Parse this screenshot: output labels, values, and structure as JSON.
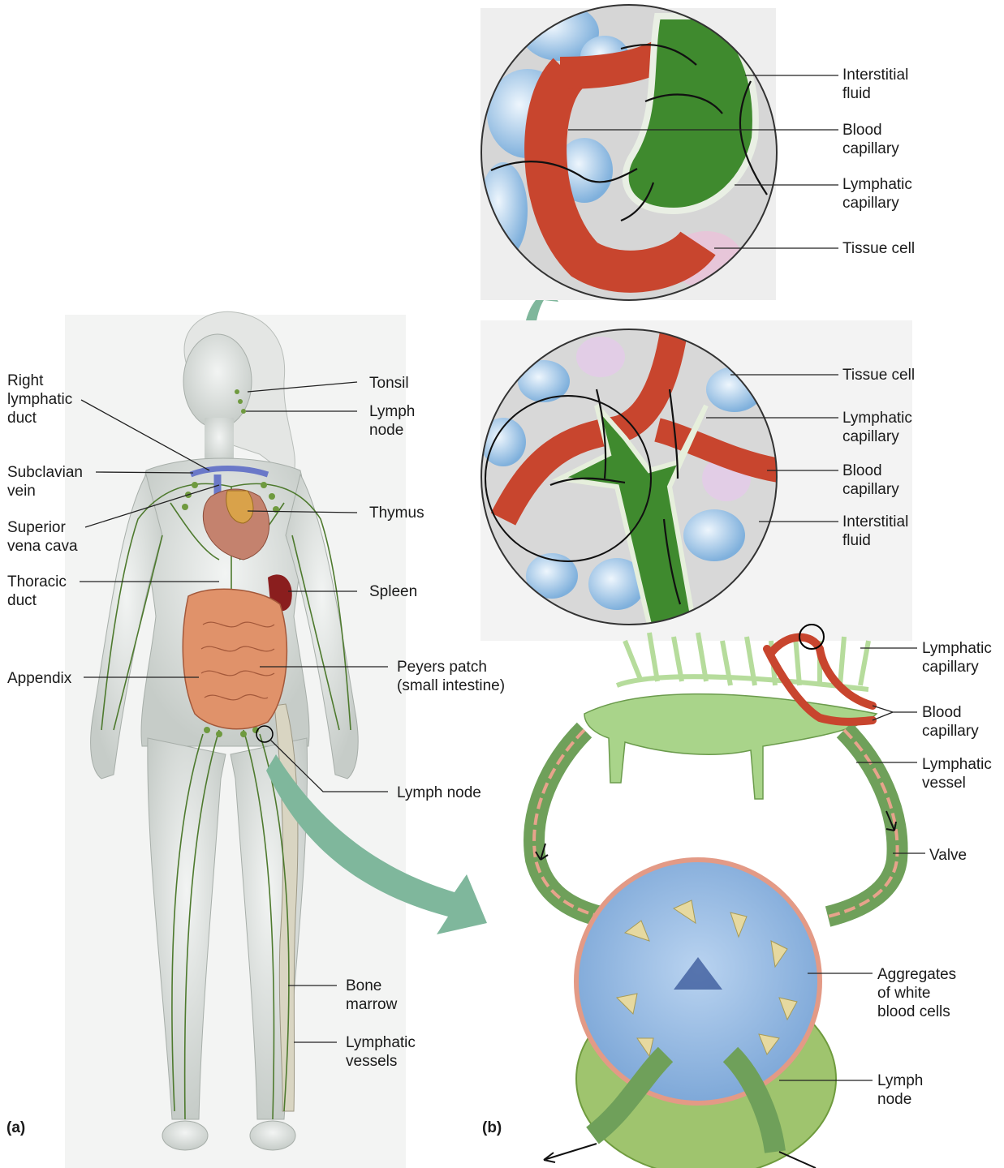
{
  "panel_a": {
    "letter": "(a)",
    "labels": {
      "right_lymphatic_duct": "Right\nlymphatic\nduct",
      "subclavian_vein": "Subclavian\nvein",
      "superior_vena_cava": "Superior\nvena cava",
      "thoracic_duct": "Thoracic\nduct",
      "appendix": "Appendix",
      "tonsil": "Tonsil",
      "lymph_node_neck": "Lymph\nnode",
      "thymus": "Thymus",
      "spleen": "Spleen",
      "peyers_patch": "Peyers patch\n(small intestine)",
      "lymph_node_groin": "Lymph node",
      "bone_marrow": "Bone\nmarrow",
      "lymphatic_vessels": "Lymphatic\nvessels"
    }
  },
  "panel_b": {
    "letter": "(b)",
    "top_circle": {
      "interstitial_fluid": "Interstitial\nfluid",
      "blood_capillary": "Blood\ncapillary",
      "lymphatic_capillary": "Lymphatic\ncapillary",
      "tissue_cell": "Tissue cell"
    },
    "middle_circle": {
      "tissue_cell": "Tissue cell",
      "lymphatic_capillary": "Lymphatic\ncapillary",
      "blood_capillary": "Blood\ncapillary",
      "interstitial_fluid": "Interstitial\nfluid"
    },
    "node_view": {
      "lymphatic_capillary": "Lymphatic\ncapillary",
      "blood_capillary": "Blood\ncapillary",
      "lymphatic_vessel": "Lymphatic\nvessel",
      "valve": "Valve",
      "aggregates": "Aggregates\nof white\nblood cells",
      "lymph_node": "Lymph\nnode"
    }
  },
  "colors": {
    "lymph_green": "#3f7a2a",
    "light_green": "#a9d48a",
    "blood_red": "#c8452e",
    "tissue_blue": "#9cc4e6",
    "arrow_teal": "#7fb79c",
    "body_gray": "#d9ddda"
  }
}
